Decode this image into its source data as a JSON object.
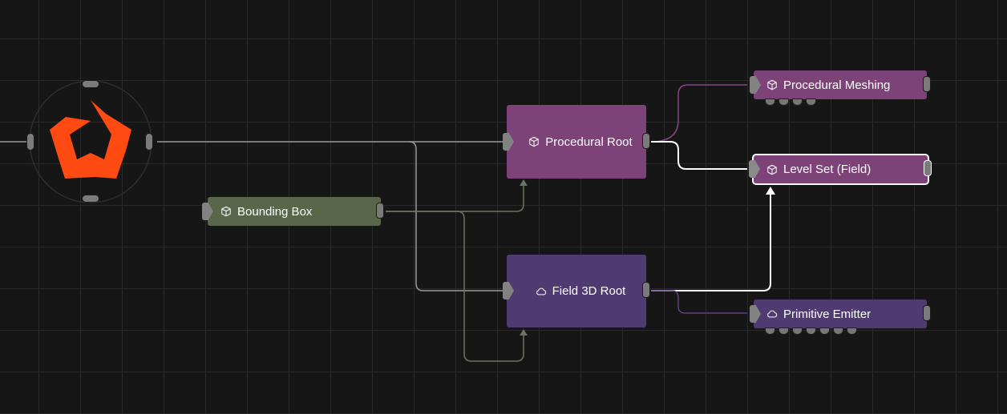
{
  "nodes": {
    "bounding_box": {
      "label": "Bounding Box",
      "icon": "cube-icon",
      "color": "#59664a"
    },
    "procedural_root": {
      "label": "Procedural Root",
      "icon": "cube-icon",
      "color": "#7d4278"
    },
    "field_3d_root": {
      "label": "Field 3D Root",
      "icon": "cloud-icon",
      "color": "#4f3a72"
    },
    "procedural_meshing": {
      "label": "Procedural Meshing",
      "icon": "cube-icon",
      "color": "#7d4278"
    },
    "level_set_field": {
      "label": "Level Set (Field)",
      "icon": "cube-icon",
      "color": "#7d4278",
      "selected": true
    },
    "primitive_emitter": {
      "label": "Primitive Emitter",
      "icon": "cloud-icon",
      "color": "#4f3a72"
    }
  },
  "hub": {
    "icon": "brand-logo-icon",
    "color": "#ff4a12"
  },
  "wires": {
    "default": "#9a9a9a",
    "bbox": "#6c7560",
    "highlight": "#ffffff",
    "procedural": "#8a4683",
    "field": "#5a4480"
  }
}
